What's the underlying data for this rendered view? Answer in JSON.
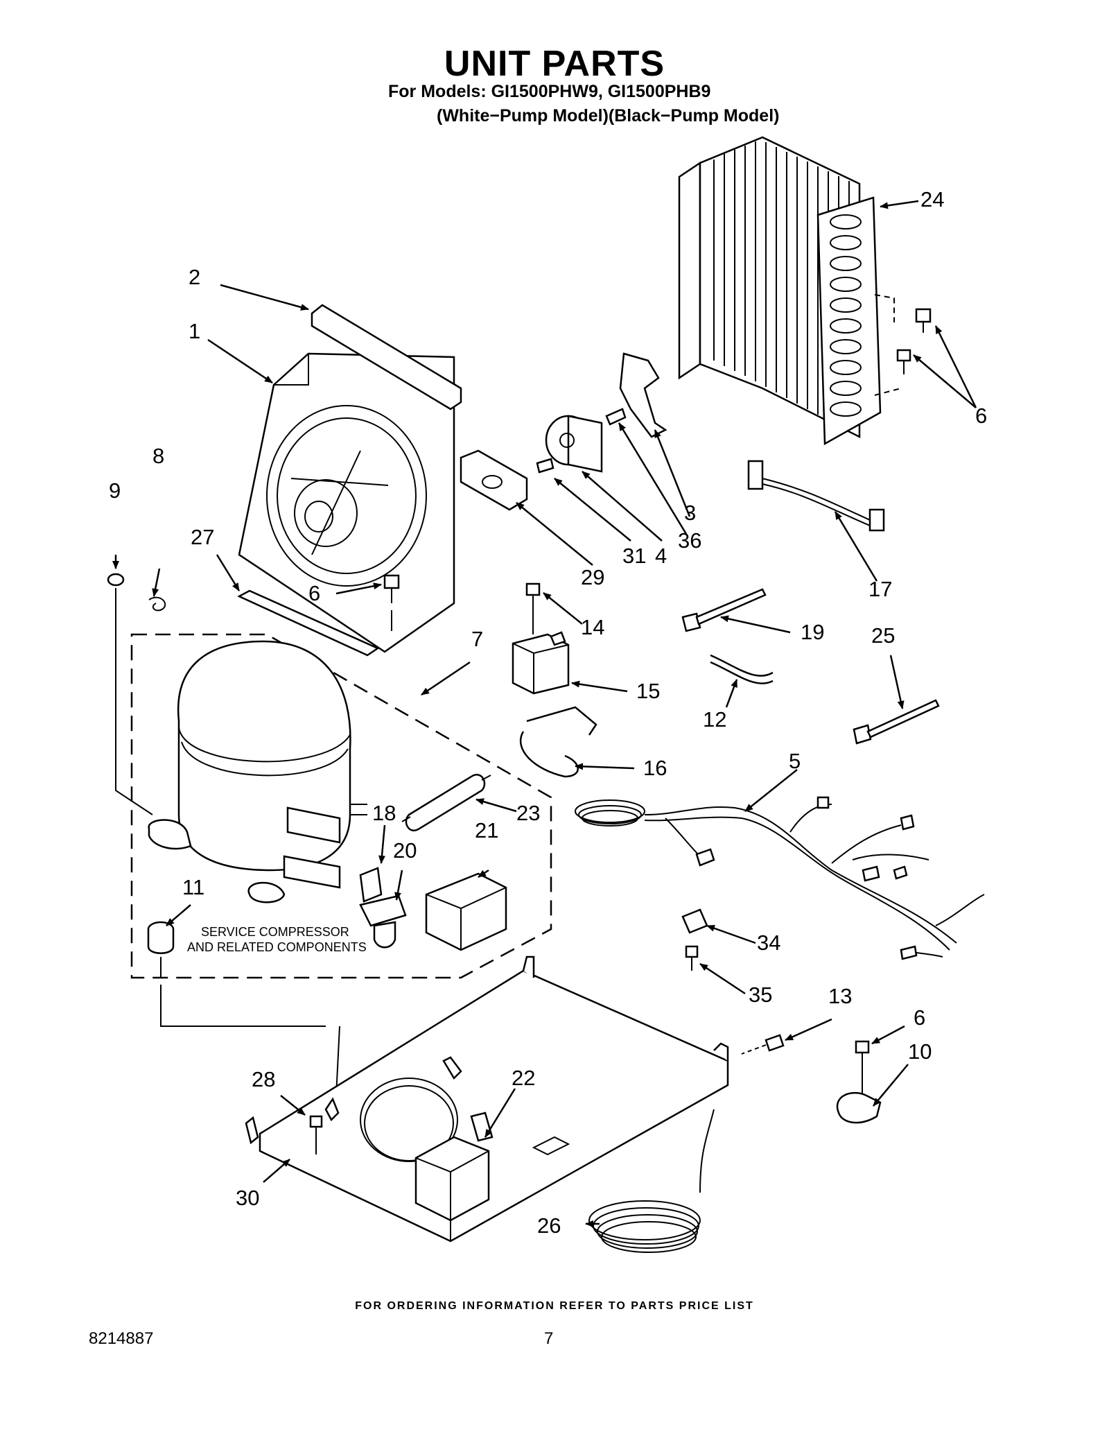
{
  "header": {
    "title": "UNIT PARTS",
    "models_line": "For Models: GI1500PHW9, GI1500PHB9",
    "variants_line": "(White−Pump Model)(Black−Pump Model)"
  },
  "diagram": {
    "service_box_label_1": "SERVICE COMPRESSOR",
    "service_box_label_2": "AND RELATED COMPONENTS",
    "callouts": {
      "c1": "1",
      "c2": "2",
      "c3": "3",
      "c4": "4",
      "c5": "5",
      "c6a": "6",
      "c6b": "6",
      "c6c": "6",
      "c7": "7",
      "c8": "8",
      "c9": "9",
      "c10": "10",
      "c11": "11",
      "c12": "12",
      "c13": "13",
      "c14": "14",
      "c15": "15",
      "c16": "16",
      "c17": "17",
      "c18": "18",
      "c19": "19",
      "c20": "20",
      "c21": "21",
      "c22": "22",
      "c23": "23",
      "c24": "24",
      "c25": "25",
      "c26": "26",
      "c27": "27",
      "c28": "28",
      "c29": "29",
      "c30": "30",
      "c31": "31",
      "c34": "34",
      "c35": "35",
      "c36": "36"
    }
  },
  "footer": {
    "ordering_note": "FOR ORDERING INFORMATION REFER TO PARTS PRICE LIST",
    "document_number": "8214887",
    "page_number": "7"
  }
}
